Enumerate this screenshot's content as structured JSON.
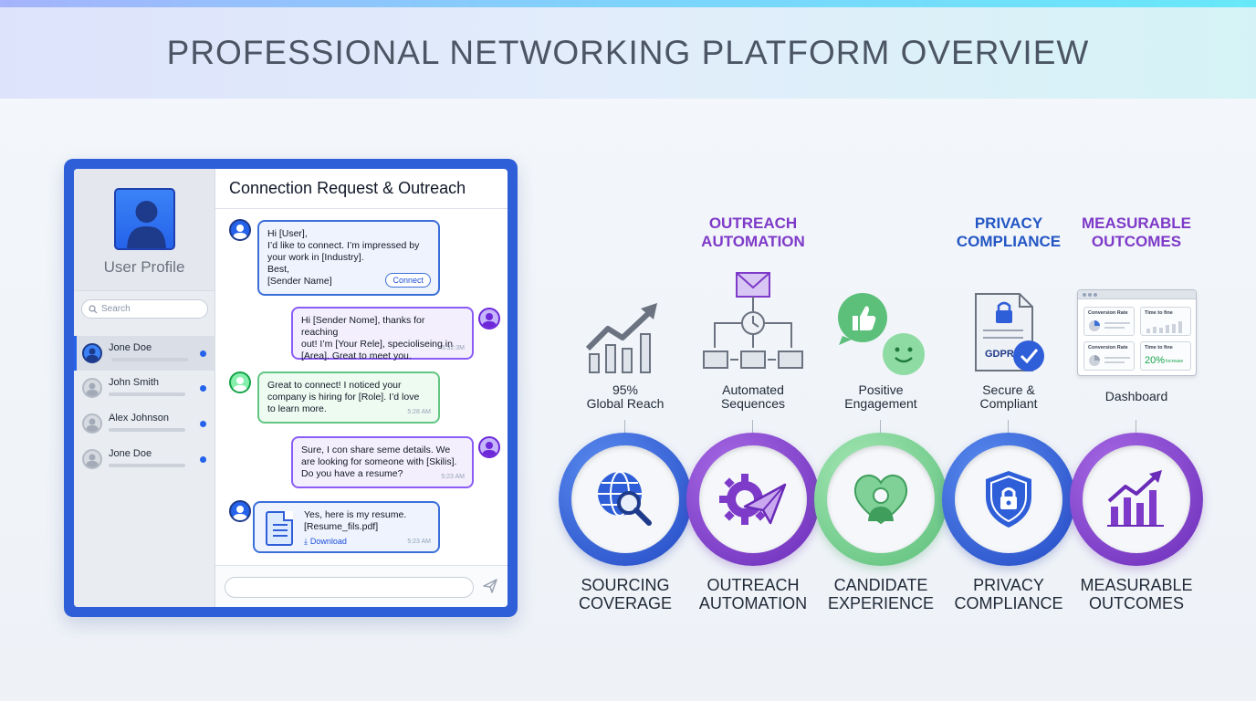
{
  "title": "PROFESSIONAL NETWORKING PLATFORM OVERVIEW",
  "sidebar": {
    "profile_label": "User Profile",
    "search_placeholder": "Search",
    "contacts": [
      {
        "name": "Jone Doe",
        "active": true
      },
      {
        "name": "John Smith",
        "active": false
      },
      {
        "name": "Alex Johnson",
        "active": false
      },
      {
        "name": "Jone Doe",
        "active": false
      }
    ]
  },
  "chat": {
    "header": "Connection Request & Outreach",
    "messages": [
      {
        "from": "blue",
        "text": "Hi [User],\nI’d like to connect. I’m impressed by\nyour work in [Industry].\nBest,\n[Sender Name]",
        "button": "Connect"
      },
      {
        "from": "purple",
        "text": "Hi [Sender Nome], thanks for reaching\nout! I’m [Your Rele], specioliseing in\n[Area]. Great to meet you.",
        "time": "5:32:3M"
      },
      {
        "from": "green",
        "text": "Great to connect! I noticed your\ncompany is hiring for [Role]. I’d love\nto learn more.",
        "time": "5:28 AM"
      },
      {
        "from": "purple",
        "text": "Sure, I con share seme details. We\nare looking for someone with [Skilis].\nDo you have a resume?",
        "time": "5:23 AM"
      },
      {
        "from": "blue",
        "text": "Yes, here is my resume.\n[Resume_fils.pdf]",
        "download": "Download",
        "time": "5:23 AM"
      }
    ]
  },
  "pillars": [
    {
      "header": "",
      "caption": "95%\nGlobal Reach",
      "label": "SOURCING\nCOVERAGE",
      "color": "blue",
      "icon": "growth-chart-icon",
      "circle_icon": "globe-search-icon"
    },
    {
      "header": "OUTREACH\nAUTOMATION",
      "caption": "Automated\nSequences",
      "label": "OUTREACH\nAUTOMATION",
      "color": "purple",
      "icon": "workflow-icon",
      "circle_icon": "gear-paperplane-icon"
    },
    {
      "header": "",
      "caption": "Positive\nEngagement",
      "label": "CANDIDATE\nEXPERIENCE",
      "color": "green",
      "icon": "thumbs-smiley-icon",
      "circle_icon": "heart-person-icon"
    },
    {
      "header": "PRIVACY\nCOMPLIANCE",
      "caption": "Secure &\nCompliant",
      "label": "PRIVACY\nCOMPLIANCE",
      "color": "blue",
      "icon": "gdpr-document-icon",
      "circle_icon": "shield-lock-icon",
      "badge": "GDPR"
    },
    {
      "header": "MEASURABLE\nOUTCOMES",
      "caption": "Dashboard",
      "label": "MEASURABLE\nOUTCOMES",
      "color": "purple",
      "icon": "dashboard-icon",
      "circle_icon": "bar-chart-up-icon"
    }
  ],
  "dashboard": {
    "tiles": [
      "Conversion Rate",
      "Time to fine",
      "Conversion Rate",
      "Time to fine"
    ],
    "percent": "20%",
    "percent_sub": "Increase"
  },
  "colors": {
    "blue": "#2f5fd8",
    "purple": "#7e3ac8",
    "green": "#62c682"
  }
}
